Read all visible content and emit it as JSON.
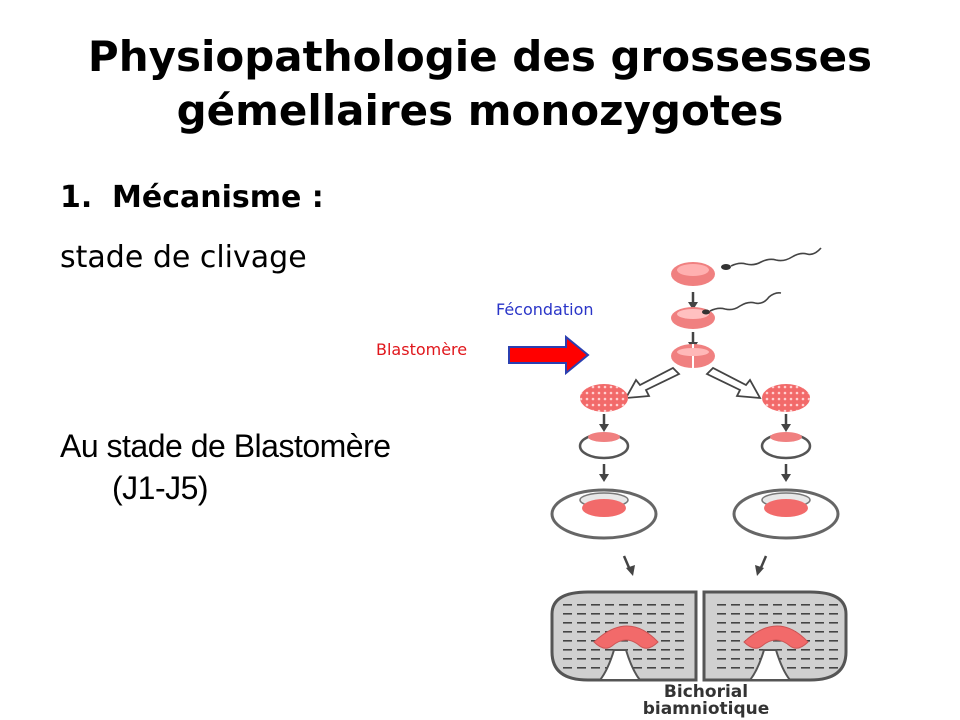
{
  "slide": {
    "title_line1": "Physiopathologie des grossesses",
    "title_line2": "gémellaires monozygotes",
    "heading_number": "1.",
    "heading_text": "Mécanisme :",
    "subheading": "stade de clivage",
    "body_line1": "Au stade de Blastomère",
    "body_line2": "(J1-J5)"
  },
  "diagram": {
    "label_fecondation": "Fécondation",
    "label_blastomere": "Blastomère",
    "caption_line1": "Bichorial",
    "caption_line2": "biamniotique",
    "colors": {
      "fecondation_label": "#2a35c8",
      "blastomere_label": "#e0161b",
      "arrow_fill": "#ff0000",
      "arrow_outline": "#2b3fb0",
      "cell": "#f08080"
    }
  }
}
